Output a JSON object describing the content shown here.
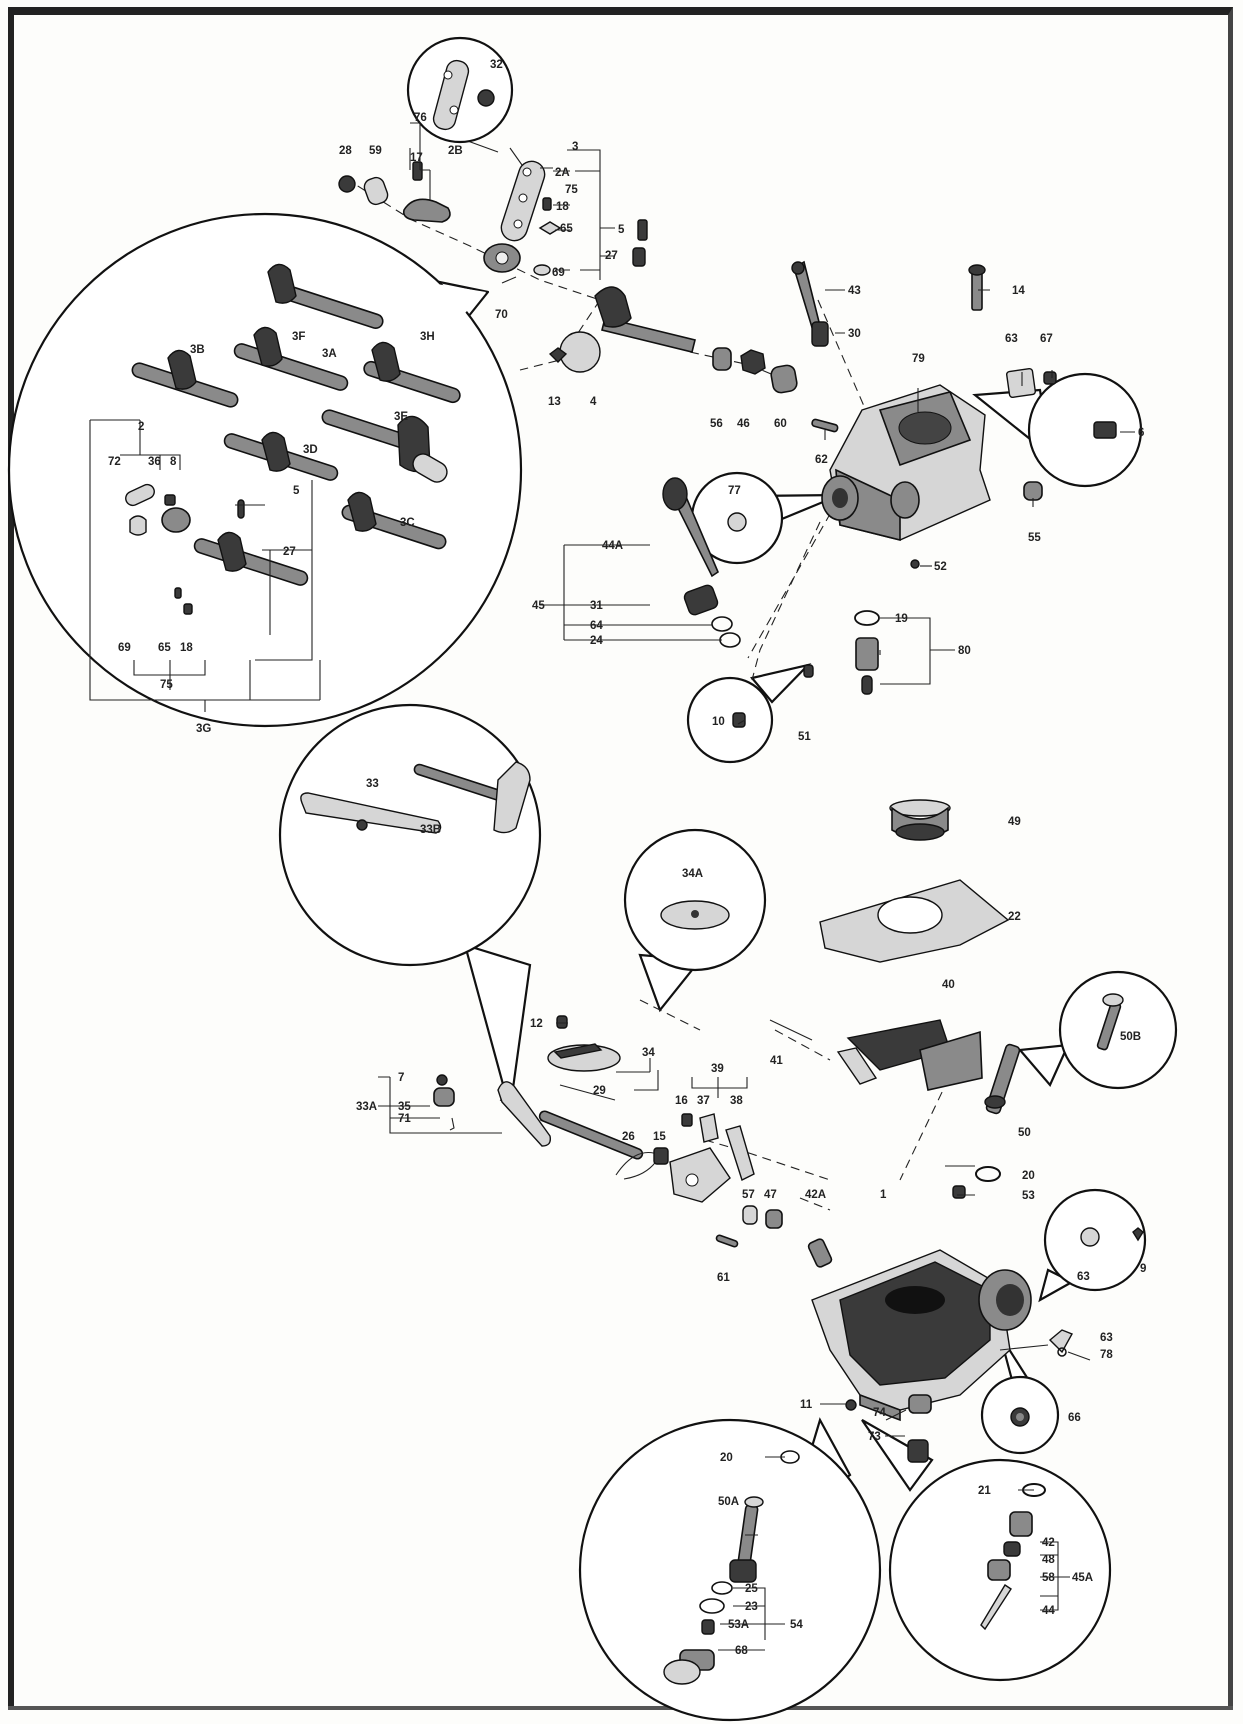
{
  "labels": {
    "l28": "28",
    "l59": "59",
    "l17": "17",
    "l76": "76",
    "l2B": "2B",
    "l32": "32",
    "l3": "3",
    "l2A": "2A",
    "l75": "75",
    "l18": "18",
    "l65": "65",
    "l5": "5",
    "l27": "27",
    "l69": "69",
    "l70": "70",
    "l43": "43",
    "l14": "14",
    "l30": "30",
    "l13": "13",
    "l4": "4",
    "l56": "56",
    "l46": "46",
    "l60": "60",
    "l79": "79",
    "l63": "63",
    "l67": "67",
    "l6": "6",
    "l62": "62",
    "l77": "77",
    "l55": "55",
    "l52": "52",
    "l44A": "44A",
    "l45": "45",
    "l31": "31",
    "l64": "64",
    "l24": "24",
    "l19": "19",
    "l80": "80",
    "l10": "10",
    "l51": "51",
    "c3B": "3B",
    "c3F": "3F",
    "c3A": "3A",
    "c3H": "3H",
    "c3E": "3E",
    "c3D": "3D",
    "c3C": "3C",
    "c2": "2",
    "c72": "72",
    "c36": "36",
    "c8": "8",
    "c5": "5",
    "c27": "27",
    "c69": "69",
    "c65": "65",
    "c18": "18",
    "c75": "75",
    "c3G": "3G",
    "c33": "33",
    "c33B": "33B",
    "l49": "49",
    "c34A": "34A",
    "l22": "22",
    "l40": "40",
    "l12": "12",
    "l34": "34",
    "l39": "39",
    "l7": "7",
    "l35": "35",
    "l33A": "33A",
    "l71": "71",
    "l29": "29",
    "l16": "16",
    "l37": "37",
    "l38": "38",
    "l26": "26",
    "l15": "15",
    "l41": "41",
    "c50B": "50B",
    "l50": "50",
    "l20": "20",
    "l53": "53",
    "l57": "57",
    "l47": "47",
    "l42A": "42A",
    "l1": "1",
    "l61": "61",
    "c63": "63",
    "c9": "9",
    "l63b": "63",
    "l78": "78",
    "l66": "66",
    "l11": "11",
    "l74": "74",
    "l73": "73",
    "d20": "20",
    "d50A": "50A",
    "d25": "25",
    "d23": "23",
    "d53A": "53A",
    "d54": "54",
    "d68": "68",
    "e21": "21",
    "e42": "42",
    "e48": "48",
    "e45A": "45A",
    "e58": "58",
    "e44": "44"
  }
}
